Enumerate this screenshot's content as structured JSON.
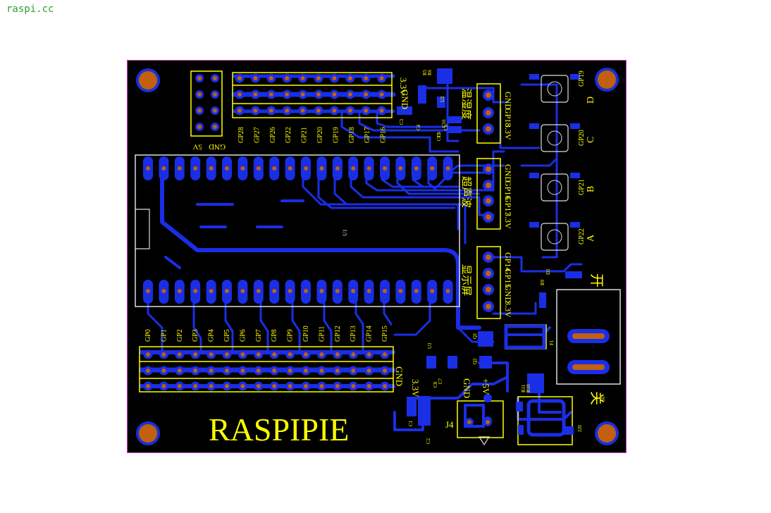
{
  "header": {
    "site": "raspi.cc"
  },
  "board": {
    "brand": "RASPIPIE",
    "chip_ref": "U1",
    "top_header_labels": [
      "GP28",
      "GP27",
      "GP26",
      "GP22",
      "GP21",
      "GP20",
      "GP19",
      "GP18",
      "GP17",
      "GP16"
    ],
    "top_header_rows": [
      "3.3V",
      "GND"
    ],
    "power_jumper": [
      "GND",
      "5V"
    ],
    "bottom_header_labels": [
      "GP0",
      "GP1",
      "GP2",
      "GP3",
      "GP4",
      "GP5",
      "GP6",
      "GP7",
      "GP8",
      "GP9",
      "GP10",
      "GP11",
      "GP12",
      "GP13",
      "GP14",
      "GP15"
    ],
    "bottom_header_rows": [
      "GND",
      "3.3V"
    ],
    "modules": [
      {
        "title": "温湿度",
        "pins": [
          "GND",
          "GP18",
          "3.3V"
        ]
      },
      {
        "title": "超声波",
        "pins": [
          "GND",
          "GP16",
          "GP17",
          "3.3V"
        ]
      },
      {
        "title": "显示屏",
        "pins": [
          "GP14",
          "GP15",
          "GND",
          "3.3V"
        ]
      }
    ],
    "buttons": [
      {
        "gp": "GP19",
        "letter": "D"
      },
      {
        "gp": "GP20",
        "letter": "C"
      },
      {
        "gp": "GP21",
        "letter": "B"
      },
      {
        "gp": "GP22",
        "letter": "A"
      }
    ],
    "switch_on": "开",
    "switch_off": "关",
    "power_connector": {
      "ref": "J4",
      "pins": [
        "GND",
        "+5V"
      ]
    },
    "designators": [
      "C1",
      "C2",
      "C3",
      "C4",
      "C5",
      "C6",
      "C7",
      "C8",
      "C15",
      "C16",
      "U2",
      "U3",
      "Q1",
      "Q2",
      "D2",
      "R9",
      "R10",
      "R11",
      "F1",
      "J20",
      "S6",
      "R5",
      "R6"
    ]
  }
}
